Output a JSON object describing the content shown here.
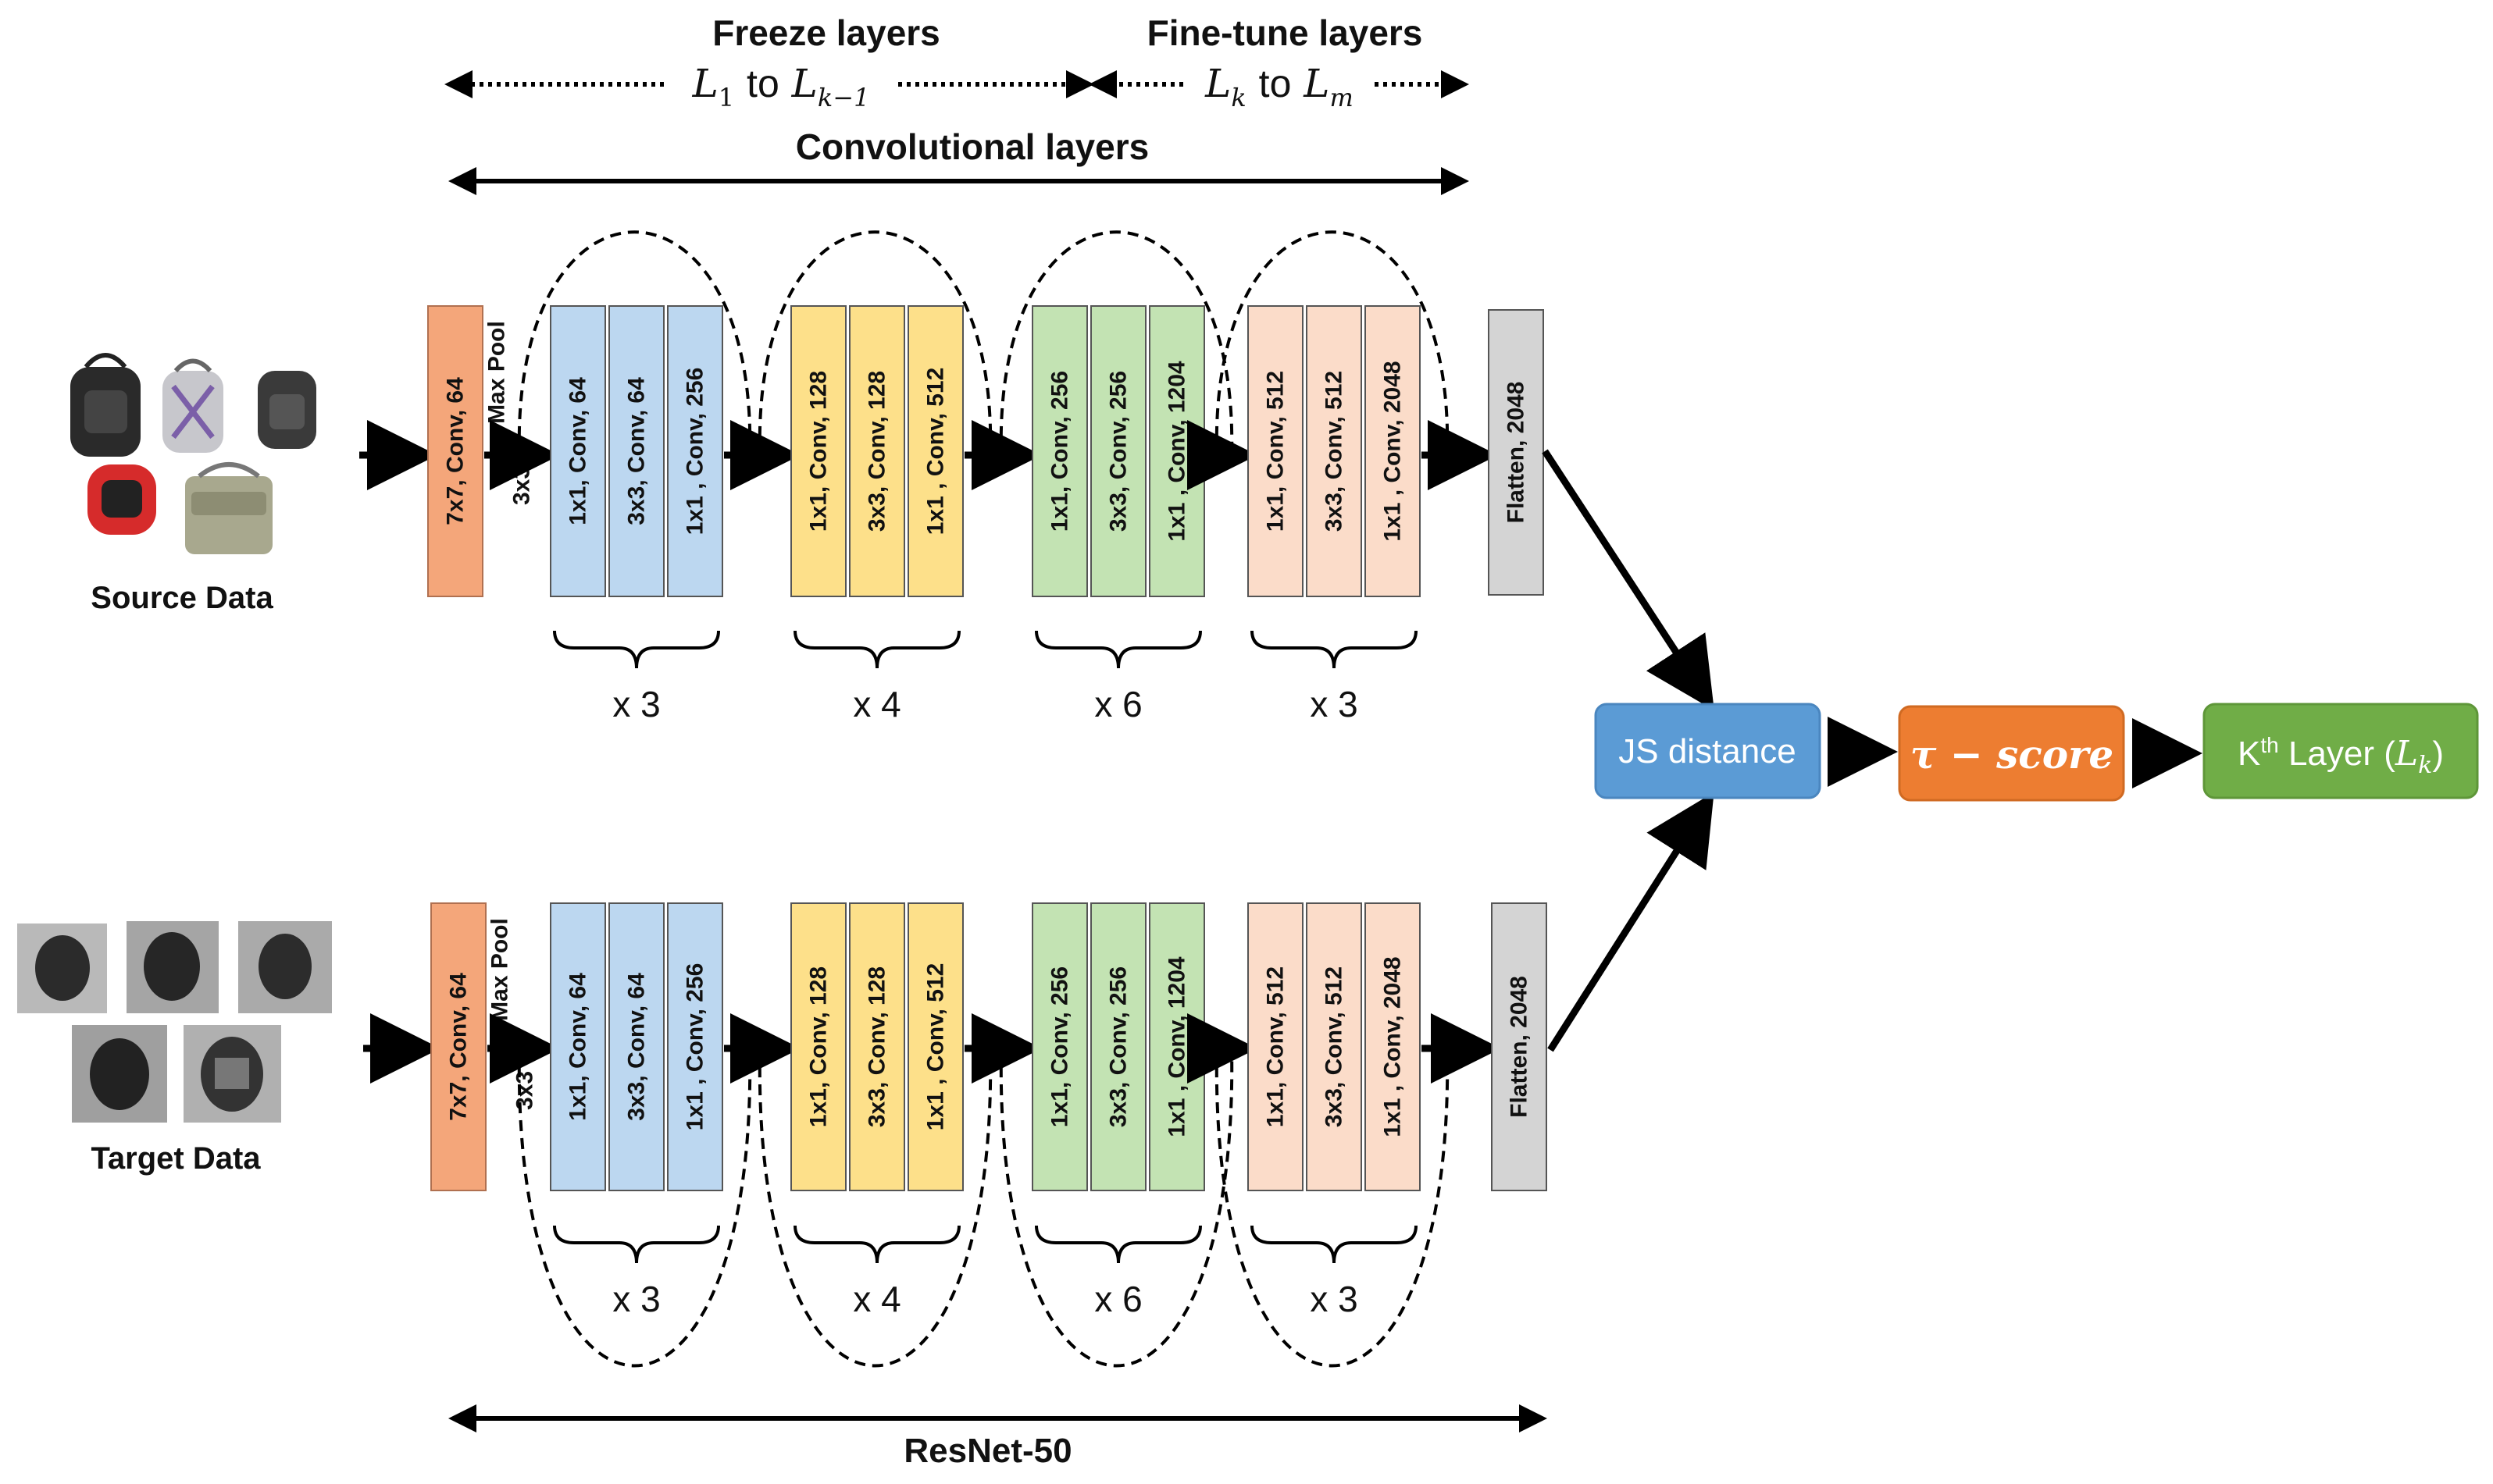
{
  "header": {
    "freeze_label": "Freeze layers",
    "finetune_label": "Fine-tune layers",
    "freeze_range": {
      "from": "L",
      "from_sub": "1",
      "to_word": "to",
      "to": "L",
      "to_sub": "k−1"
    },
    "finetune_range": {
      "from": "L",
      "from_sub": "k",
      "to_word": "to",
      "to": "L",
      "to_sub": "m"
    },
    "convolutional_label": "Convolutional layers"
  },
  "footer": {
    "resnet_label": "ResNet-50"
  },
  "inputs": {
    "source_label": "Source Data",
    "target_label": "Target Data"
  },
  "stem": {
    "conv_label": "7x7, Conv, 64",
    "pool_label": "Max Pool",
    "pool_size": "3x3"
  },
  "stages": [
    {
      "layers": [
        "1x1, Conv, 64",
        "3x3, Conv, 64",
        "1x1 , Conv, 256"
      ],
      "repeat": "x 3",
      "color": "#bcd7f0"
    },
    {
      "layers": [
        "1x1, Conv, 128",
        "3x3, Conv, 128",
        "1x1 , Conv, 512"
      ],
      "repeat": "x 4",
      "color": "#fde08a"
    },
    {
      "layers": [
        "1x1, Conv, 256",
        "3x3, Conv, 256",
        "1x1 , Conv, 1204"
      ],
      "repeat": "x 6",
      "color": "#c3e3b3"
    },
    {
      "layers": [
        "1x1, Conv, 512",
        "3x3, Conv, 512",
        "1x1 , Conv, 2048"
      ],
      "repeat": "x 3",
      "color": "#fbdcc9"
    }
  ],
  "flatten_label": "Flatten, 2048",
  "pipeline": {
    "js_label": "JS distance",
    "tau_label": "τ − score",
    "kth_prefix": "K",
    "kth_sup": "th",
    "kth_suffix": " Layer (",
    "kth_math": "L",
    "kth_math_sub": "k",
    "kth_close": ")"
  },
  "colors": {
    "stem": "#f4a67a",
    "flatten": "#d4d4d4",
    "js_box": "#5b9bd5",
    "tau_box": "#ed7d31",
    "kth_box": "#70ad47"
  }
}
